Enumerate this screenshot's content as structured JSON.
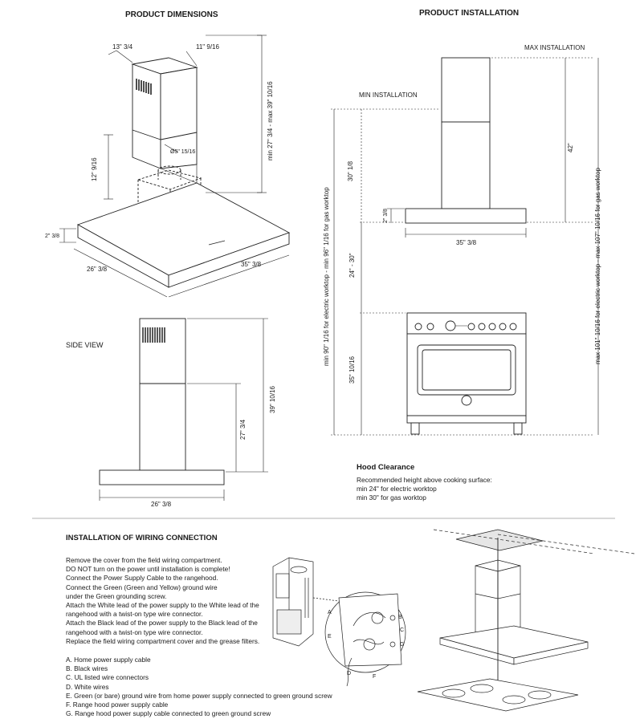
{
  "dimensions": {
    "title": "PRODUCT DIMENSIONS",
    "chimney_width": "13\" 3/4",
    "chimney_depth": "11\" 9/16",
    "chimney_height": "min 27\" 3/4 - max 39\" 10/16",
    "duct_diameter": "Ø5\" 15/16",
    "duct_height": "12\" 9/16",
    "canopy_thickness": "2\" 3/8",
    "canopy_depth": "26\" 3/8",
    "canopy_width": "35\" 3/8"
  },
  "side_view": {
    "title": "SIDE VIEW",
    "total_height": "39\" 10/16",
    "upper_height": "27\" 3/4",
    "depth": "26\" 3/8"
  },
  "installation": {
    "title": "PRODUCT INSTALLATION",
    "max_label": "MAX INSTALLATION",
    "min_label": "MIN INSTALLATION",
    "chimney_min": "30\" 1/8",
    "chimney_max": "42\"",
    "hood_thickness": "2\" 3/8",
    "hood_width": "35\" 3/8",
    "clearance_range": "24\" - 30\"",
    "range_height": "35\" 10/16",
    "min_total": "min 90\" 1/16 for electric worktop - min 96\" 1/16 for gas worktop",
    "max_total": "max 101\" 10/16 for electric worktop - max 107\" 10/16 for gas worktop"
  },
  "clearance": {
    "title": "Hood Clearance",
    "lines": [
      "Recommended height above cooking surface:",
      "min 24\" for electric worktop",
      "min 30\" for gas worktop"
    ]
  },
  "wiring": {
    "title": "INSTALLATION OF WIRING CONNECTION",
    "steps": [
      "Remove the cover from the field wiring compartment.",
      "DO NOT turn on the power until installation is complete!",
      "Connect the Power Supply Cable to the rangehood.",
      "Connect the Green (Green and Yellow) ground wire",
      "under the Green grounding screw.",
      "Attach the White lead of the power supply to the White lead of the",
      "rangehood with a twist-on type wire connector.",
      "Attach the Black lead of the power supply to the Black lead of the",
      "rangehood with a twist-on type wire connector.",
      "Replace the field wiring compartment cover and the grease filters."
    ],
    "legend": [
      "A.  Home power supply cable",
      "B.  Black wires",
      "C.  UL listed wire connectors",
      "D.  White wires",
      "E.  Green (or bare) ground wire from home power supply connected to green ground screw",
      "F.  Range hood power supply cable",
      "G.  Range hood power supply cable connected to green ground screw"
    ],
    "callouts": [
      "A",
      "B",
      "C",
      "D",
      "E",
      "F",
      "G"
    ]
  }
}
